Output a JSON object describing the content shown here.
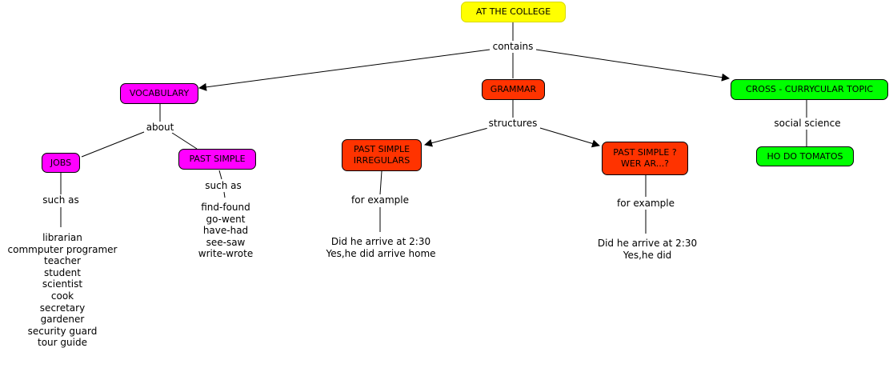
{
  "nodes": {
    "root": "AT THE COLLEGE",
    "vocabulary": "VOCABULARY",
    "grammar": "GRAMMAR",
    "cross": "CROSS - CURRYCULAR TOPIC",
    "jobs": "JOBS",
    "past_simple": "PAST SIMPLE",
    "ps_irregulars": "PAST SIMPLE\nIRREGULARS",
    "ps_question": "PAST SIMPLE ?\nWER AR...?",
    "tomatos": "HO DO TOMATOS"
  },
  "links": {
    "contains": "contains",
    "about": "about",
    "structures": "structures",
    "social_science": "social science",
    "such_as_jobs": "such as",
    "such_as_past": "such as",
    "for_example_irregulars": "for example",
    "for_example_question": "for example"
  },
  "leaves": {
    "jobs_list": "librarian\ncommputer programer\nteacher\nstudent\nscientist\ncook\nsecretary\ngardener\nsecurity guard\ntour guide",
    "past_list": "find-found\ngo-went\nhave-had\nsee-saw\nwrite-wrote",
    "irregulars_example": "Did he arrive at 2:30\nYes,he did arrive home",
    "question_example": "Did he arrive at 2:30\nYes,he did"
  },
  "colors": {
    "root": "#ffff00",
    "vocabulary": "#ff00ff",
    "grammar": "#ff3300",
    "cross": "#00ff00"
  }
}
